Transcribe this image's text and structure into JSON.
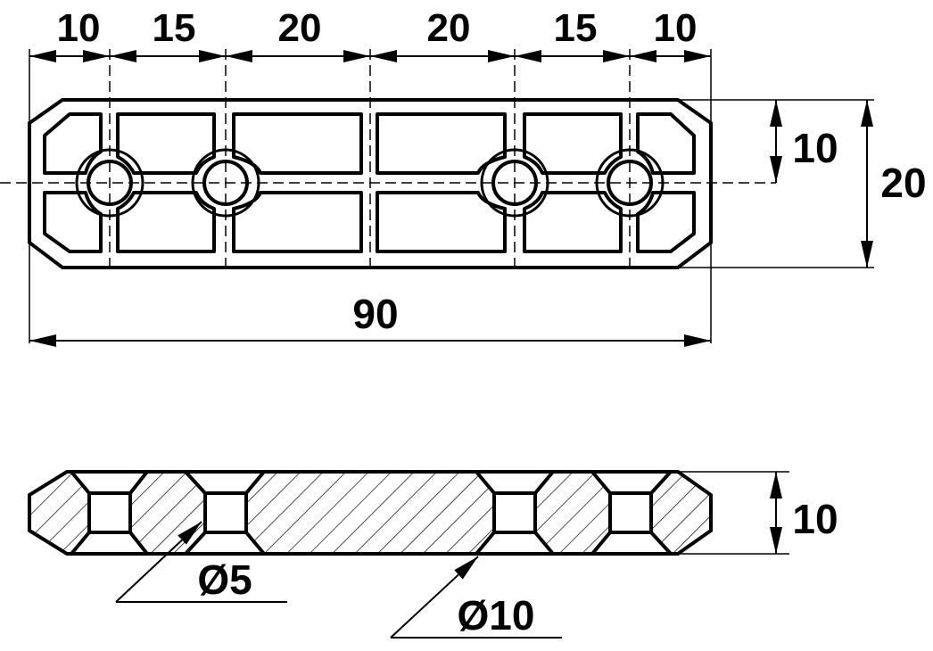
{
  "drawing": {
    "top_view": {
      "top_dims": [
        "10",
        "15",
        "20",
        "20",
        "15",
        "10"
      ],
      "overall_length": "90",
      "half_width": "10",
      "overall_width": "20"
    },
    "section_view": {
      "thickness": "10",
      "hole_small": "Ø5",
      "hole_large": "Ø10"
    }
  }
}
